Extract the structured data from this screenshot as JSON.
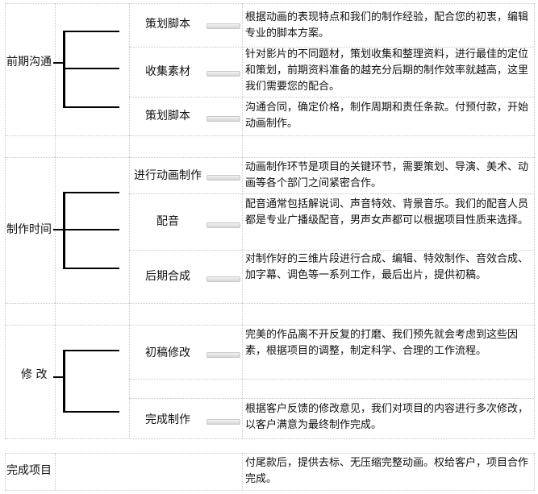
{
  "phases": [
    {
      "label": "前期沟通",
      "steps": [
        {
          "label": "策划脚本",
          "desc": "根据动画的表现特点和我们的制作经验，配合您的初衷，编辑专业的脚本方案。"
        },
        {
          "label": "收集素材",
          "desc": "针对影片的不同题材，策划收集和整理资料，进行最佳的定位和策划，前期资料准备的越充分后期的制作效率就越高，这里我们需要您的配合。"
        },
        {
          "label": "策划脚本",
          "desc": "沟通合同，确定价格，制作周期和责任条款。付预付款，开始动画制作。"
        }
      ]
    },
    {
      "label": "制作时间",
      "steps": [
        {
          "label": "进行动画制作",
          "desc": "动画制作环节是项目的关键环节，需要策划、导演、美术、动画等各个部门之间紧密合作。"
        },
        {
          "label": "配音",
          "desc": "配音通常包括解说词、声音特效、背景音乐。我们的配音人员都是专业广播级配音，男声女声都可以根据项目性质来选择。"
        },
        {
          "label": "后期合成",
          "desc": "对制作好的三维片段进行合成、编辑、特效制作、音效合成、加字幕、调色等一系列工作，最后出片，提供初稿。"
        }
      ]
    },
    {
      "label": "修 改",
      "steps": [
        {
          "label": "初稿修改",
          "desc": "完美的作品离不开反复的打磨、我们预先就会考虑到这些因素，根据项目的调整，制定科学、合理的工作流程。"
        },
        {
          "label": "完成制作",
          "desc": "根据客户反馈的修改意见，我们对项目的内容进行多次修改，以客户满意为最终制作完成。"
        }
      ]
    },
    {
      "label": "完成项目",
      "steps": [
        {
          "label": "",
          "desc": "付尾款后，提供去标、无压缩完整动画。权给客户，项目合作完成。"
        }
      ]
    }
  ]
}
